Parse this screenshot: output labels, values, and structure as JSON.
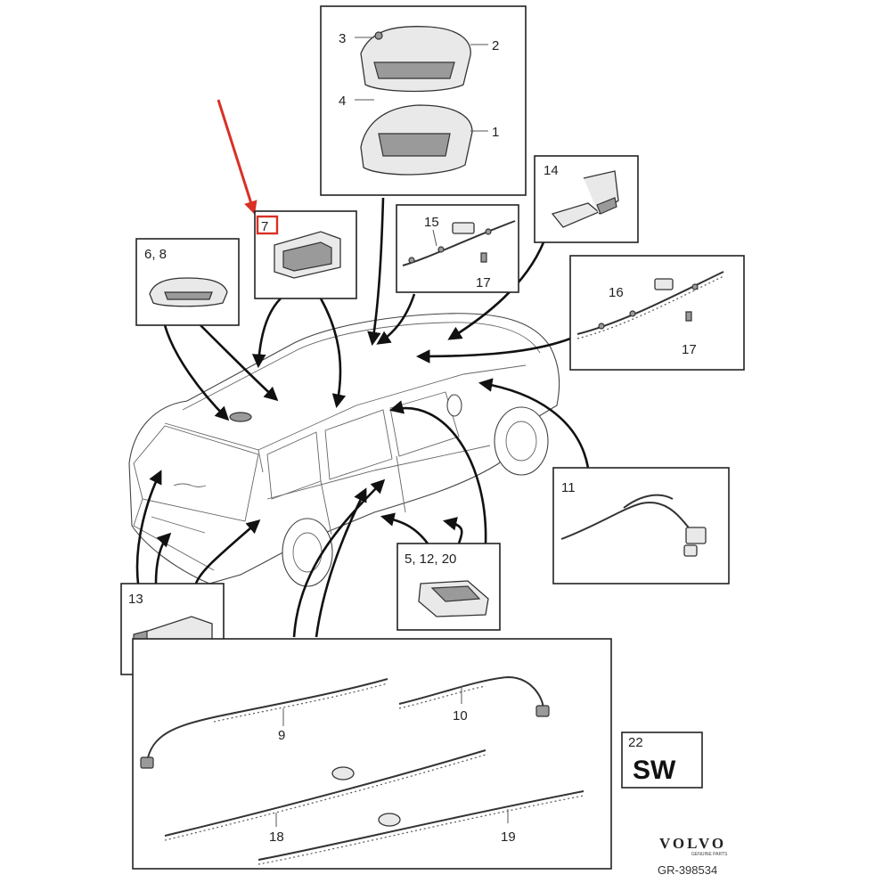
{
  "callouts": {
    "c1": "1",
    "c2": "2",
    "c3": "3",
    "c4": "4",
    "c14": "14",
    "c15": "15",
    "c16": "16",
    "c17a": "17",
    "c17b": "17",
    "c7": "7",
    "c68": "6, 8",
    "c11": "11",
    "c5_12_20": "5, 12, 20",
    "c13": "13",
    "c9": "9",
    "c10": "10",
    "c18": "18",
    "c19": "19",
    "c22": "22"
  },
  "sw_label": "SW",
  "brand": {
    "name": "VOLVO",
    "sub": "GENUINE PARTS"
  },
  "diagram_code": "GR-398534",
  "colors": {
    "highlight": "#d93025",
    "ink": "#222222"
  }
}
